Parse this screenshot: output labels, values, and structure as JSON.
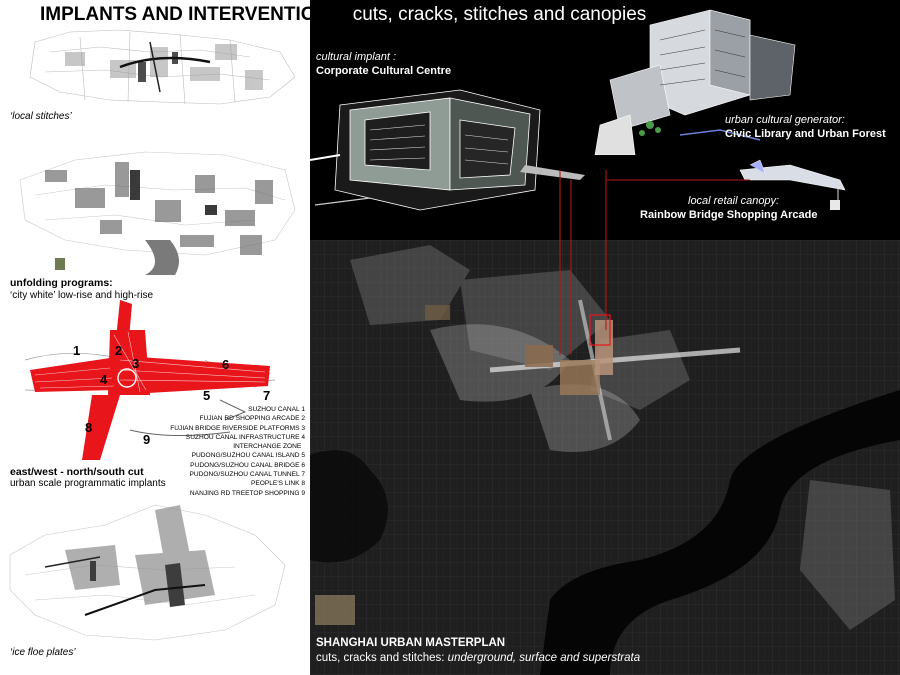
{
  "title": {
    "bold": "IMPLANTS AND INTERVENTIONS:",
    "light": "cuts, cracks, stitches and canopies"
  },
  "left": {
    "local_stitches": "‘local stitches’",
    "unfolding_title": "unfolding programs:",
    "unfolding_sub": "‘city white’ low-rise and high-rise",
    "cut_title": "east/west  -  north/south cut",
    "cut_sub": "urban scale programmatic implants",
    "ice_floe": "‘ice floe plates’",
    "numbers": [
      "1",
      "2",
      "3",
      "4",
      "5",
      "6",
      "7",
      "8",
      "9"
    ],
    "legend": [
      {
        "text": "SUZHOU CANAL",
        "num": "1"
      },
      {
        "text": "FUJIAN RD SHOPPING  ARCADE",
        "num": "2"
      },
      {
        "text": "FUJIAN BRIDGE RIVERSIDE PLATFORMS",
        "num": "3"
      },
      {
        "text": "SUZHOU CANAL  INFRASTRUCTURE",
        "num": "4"
      },
      {
        "text": "INTERCHANGE ZONE",
        "num": ""
      },
      {
        "text": "PUDONG/SUZHOU CANAL ISLAND",
        "num": "5"
      },
      {
        "text": "PUDONG/SUZHOU CANAL BRIDGE",
        "num": "6"
      },
      {
        "text": "PUDONG/SUZHOU CANAL TUNNEL",
        "num": "7"
      },
      {
        "text": "PEOPLE'S LINK",
        "num": "8"
      },
      {
        "text": "NANJING RD TREETOP SHOPPING",
        "num": "9"
      }
    ]
  },
  "right": {
    "implant_label": "cultural implant :",
    "implant_name": "Corporate Cultural Centre",
    "generator_label": "urban cultural generator:",
    "generator_name": "Civic Library and Urban Forest",
    "canopy_label": "local retail canopy:",
    "canopy_name": "Rainbow Bridge Shopping Arcade",
    "masterplan_title": "SHANGHAI URBAN MASTERPLAN",
    "masterplan_sub_a": "cuts, cracks and stitches: ",
    "masterplan_sub_b": "underground, surface and superstrata"
  },
  "colors": {
    "accent_red": "#e8151b",
    "leader_red": "#b01818",
    "panel": "#000000"
  }
}
